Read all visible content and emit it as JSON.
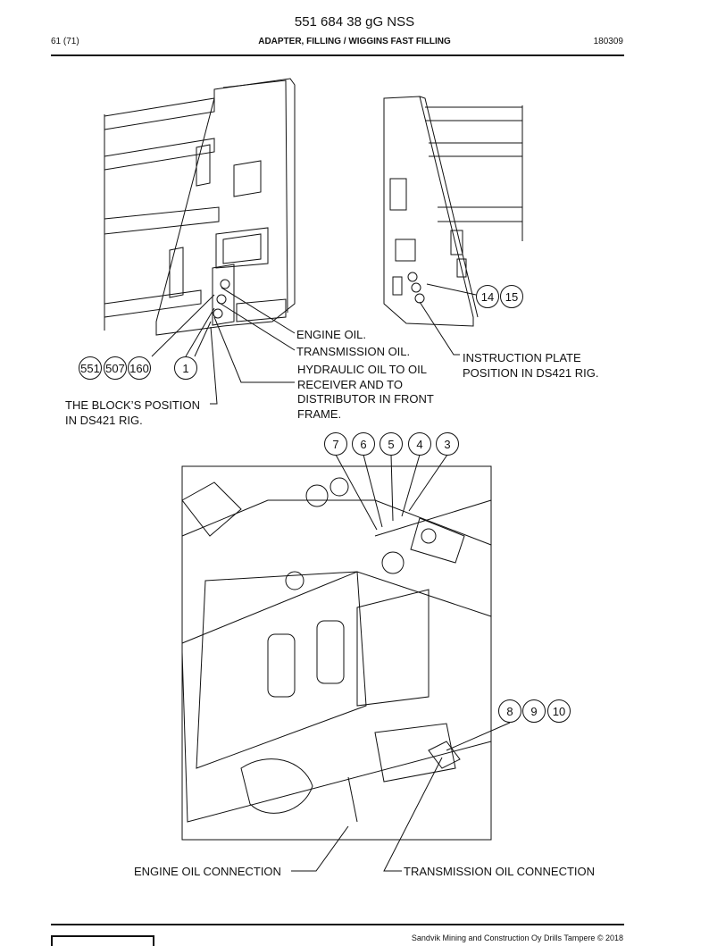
{
  "document": {
    "title": "551 684 38 gG NSS",
    "page": "61 (71)",
    "section": "ADAPTER, FILLING / WIGGINS FAST FILLING",
    "date_code": "180309"
  },
  "labels": {
    "engine_oil": "ENGINE OIL.",
    "transmission_oil": "TRANSMISSION OIL.",
    "hydraulic_1": "HYDRAULIC OIL TO OIL",
    "hydraulic_2": "RECEIVER AND TO",
    "hydraulic_3": "DISTRIBUTOR IN FRONT",
    "hydraulic_4": "FRAME.",
    "instruction_1": "INSTRUCTION PLATE",
    "instruction_2": "POSITION IN DS421 RIG.",
    "block_1": "THE BLOCK’S POSITION",
    "block_2": "IN DS421 RIG.",
    "engine_connection": "ENGINE OIL CONNECTION",
    "transmission_connection": "TRANSMISSION OIL CONNECTION"
  },
  "callouts": {
    "c551": "551",
    "c507": "507",
    "c160": "160",
    "c1": "1",
    "c14": "14",
    "c15": "15",
    "c7": "7",
    "c6": "6",
    "c5": "5",
    "c4": "4",
    "c3": "3",
    "c8": "8",
    "c9": "9",
    "c10": "10"
  },
  "footer": {
    "copyright": "Sandvik Mining and Construction Oy Drills Tampere © 2018"
  }
}
